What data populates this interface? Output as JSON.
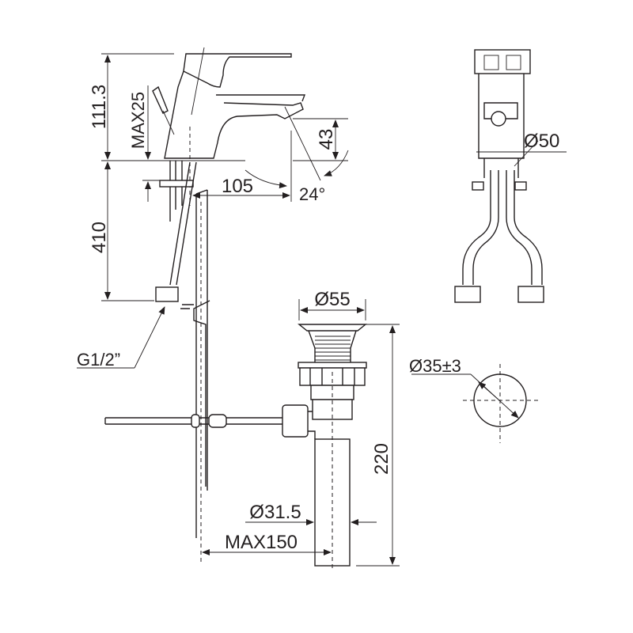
{
  "dimensions": {
    "faucet_height": "111.3",
    "max_deck_thickness": "MAX25",
    "hose_length": "410",
    "spout_height": "43",
    "spout_reach": "105",
    "spout_angle": "24°",
    "hose_thread": "G1/2”",
    "waste_head_diameter": "Ø55",
    "waste_length": "220",
    "waste_pipe_diameter": "Ø31.5",
    "max_rod_distance": "MAX150",
    "faucet_body_diameter": "Ø50",
    "hole_diameter": "Ø35±3"
  },
  "colors": {
    "ink": "#231f20",
    "background": "#ffffff"
  }
}
